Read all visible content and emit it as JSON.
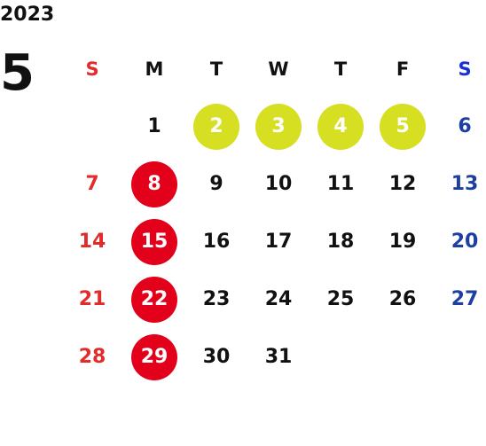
{
  "calendar": {
    "year": "2023",
    "month": "5",
    "weekday_headers": [
      "S",
      "M",
      "T",
      "W",
      "T",
      "F",
      "S"
    ],
    "weeks": [
      [
        "",
        "1",
        "2",
        "3",
        "4",
        "5",
        "6"
      ],
      [
        "7",
        "8",
        "9",
        "10",
        "11",
        "12",
        "13"
      ],
      [
        "14",
        "15",
        "16",
        "17",
        "18",
        "19",
        "20"
      ],
      [
        "21",
        "22",
        "23",
        "24",
        "25",
        "26",
        "27"
      ],
      [
        "28",
        "29",
        "30",
        "31",
        "",
        "",
        ""
      ]
    ],
    "highlight_yellow_days": [
      "2",
      "3",
      "4",
      "5"
    ],
    "highlight_red_days": [
      "8",
      "15",
      "22",
      "29"
    ],
    "colors": {
      "sunday": "#e22b2b",
      "saturday": "#1d3fa3",
      "saturday_header": "#1a2fd6",
      "yellow_highlight": "#d6df22",
      "red_highlight": "#e2001a",
      "default_text": "#111111"
    }
  }
}
